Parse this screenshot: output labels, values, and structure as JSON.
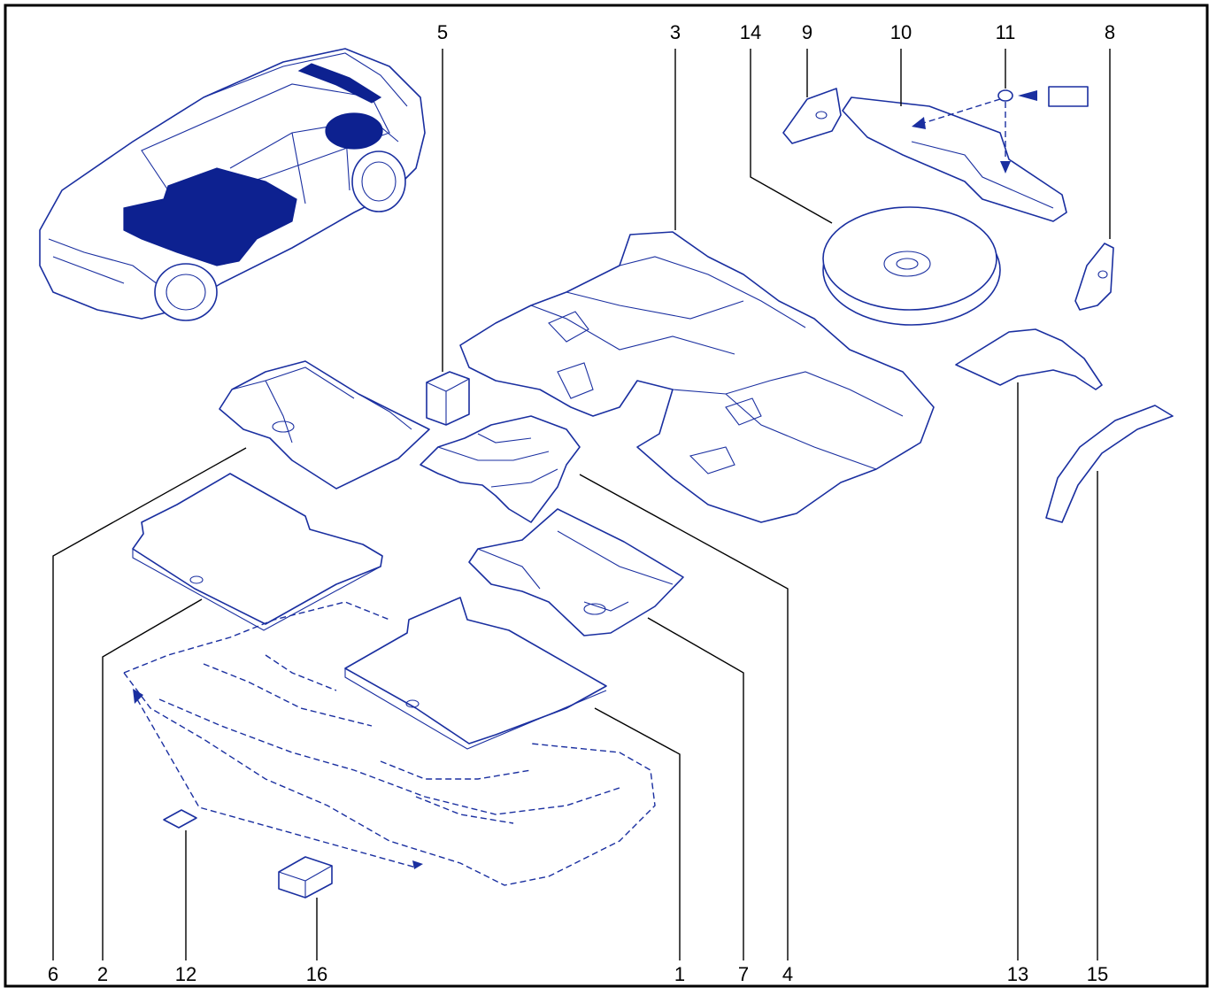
{
  "diagram": {
    "callouts": {
      "c1": "1",
      "c2": "2",
      "c3": "3",
      "c4": "4",
      "c5": "5",
      "c6": "6",
      "c7": "7",
      "c8": "8",
      "c9": "9",
      "c10": "10",
      "c11": "11",
      "c12": "12",
      "c13": "13",
      "c14": "14",
      "c15": "15",
      "c16": "16"
    },
    "colors": {
      "line": "#1a2fa0",
      "fill_dark": "#0d2190",
      "label": "#000000",
      "background": "#ffffff"
    }
  }
}
